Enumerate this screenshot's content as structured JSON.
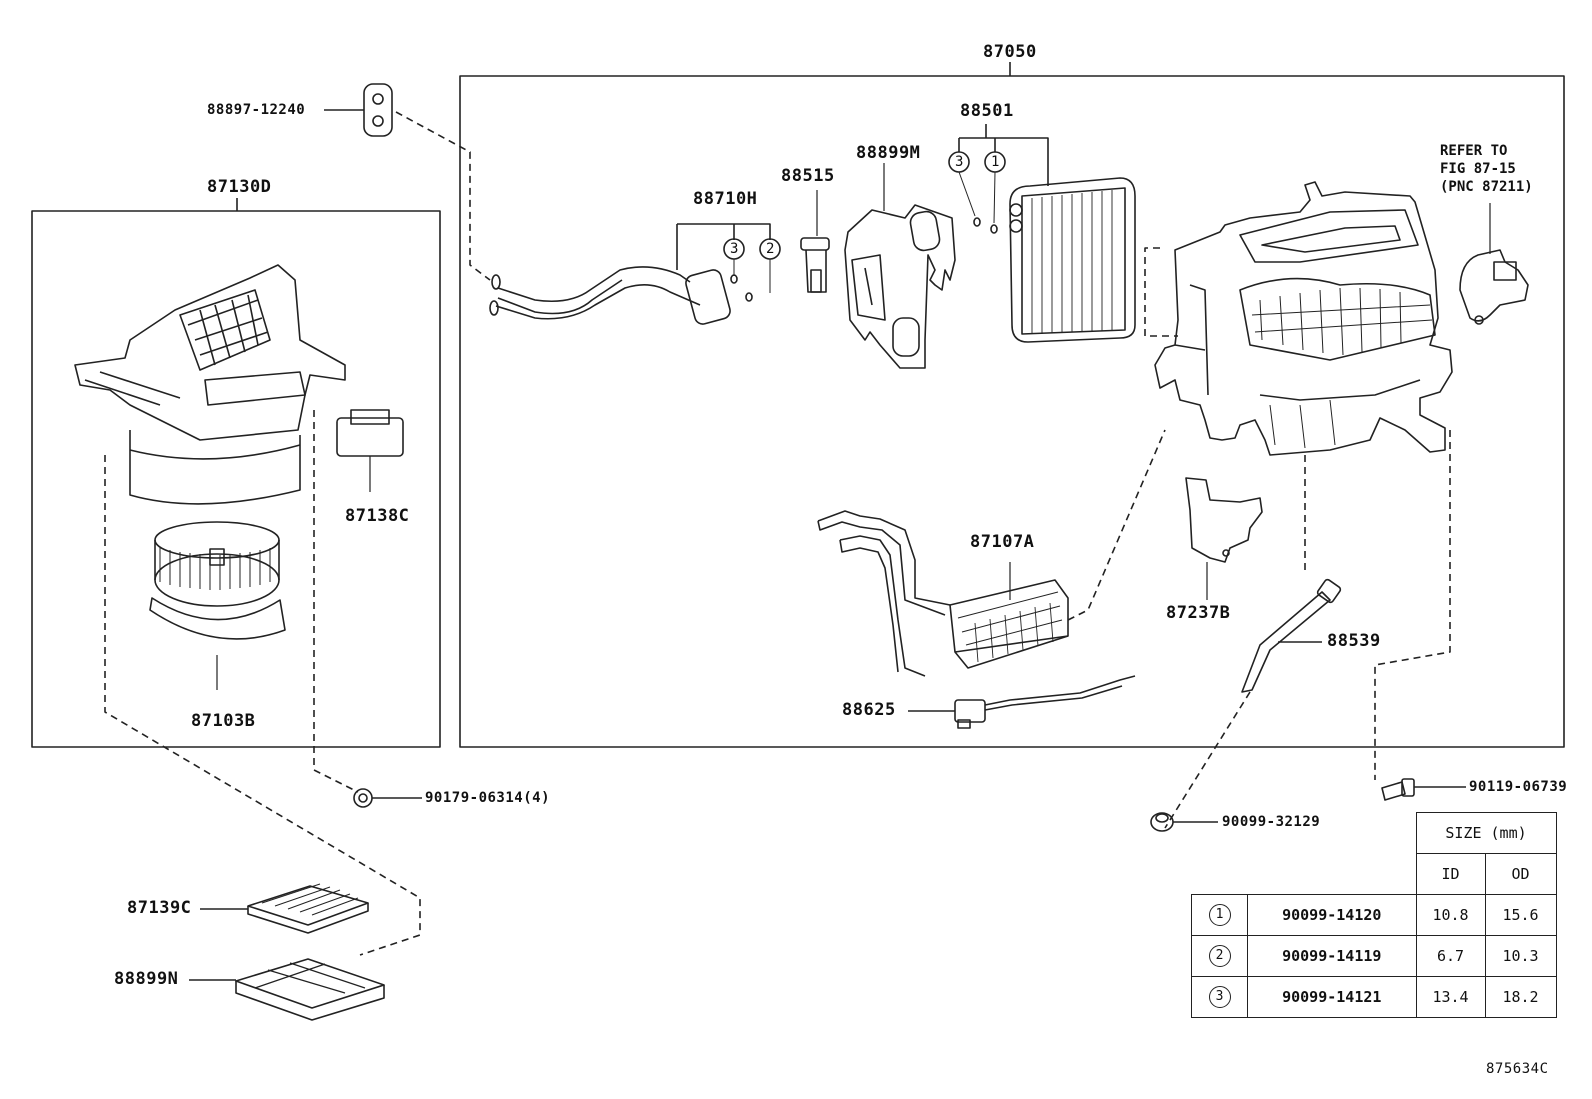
{
  "labels": {
    "assembly_87050": "87050",
    "bracket_88897": "88897-12240",
    "blower_87130D": "87130D",
    "evap_88501": "88501",
    "cover_88899M": "88899M",
    "valve_88515": "88515",
    "tube_88710H": "88710H",
    "resistor_87138C": "87138C",
    "motor_87103B": "87103B",
    "heater_87107A": "87107A",
    "bracket_87237B": "87237B",
    "hose_88539": "88539",
    "thermistor_88625": "88625",
    "nut_90179": "90179-06314(4)",
    "screw_90119": "90119-06739",
    "grommet_90099": "90099-32129",
    "filter_87139C": "87139C",
    "filter_88899N": "88899N",
    "figure_code": "875634C",
    "callout_3a": "3",
    "callout_2a": "2",
    "callout_3b": "3",
    "callout_1b": "1"
  },
  "refer": {
    "line1": "REFER TO",
    "line2": "FIG 87-15",
    "line3": "(PNC 87211)"
  },
  "size_table": {
    "title": "SIZE (mm)",
    "col_id": "ID",
    "col_od": "OD",
    "rows": [
      {
        "no": "1",
        "part": "90099-14120",
        "id": "10.8",
        "od": "15.6"
      },
      {
        "no": "2",
        "part": "90099-14119",
        "id": "6.7",
        "od": "10.3"
      },
      {
        "no": "3",
        "part": "90099-14121",
        "id": "13.4",
        "od": "18.2"
      }
    ]
  }
}
